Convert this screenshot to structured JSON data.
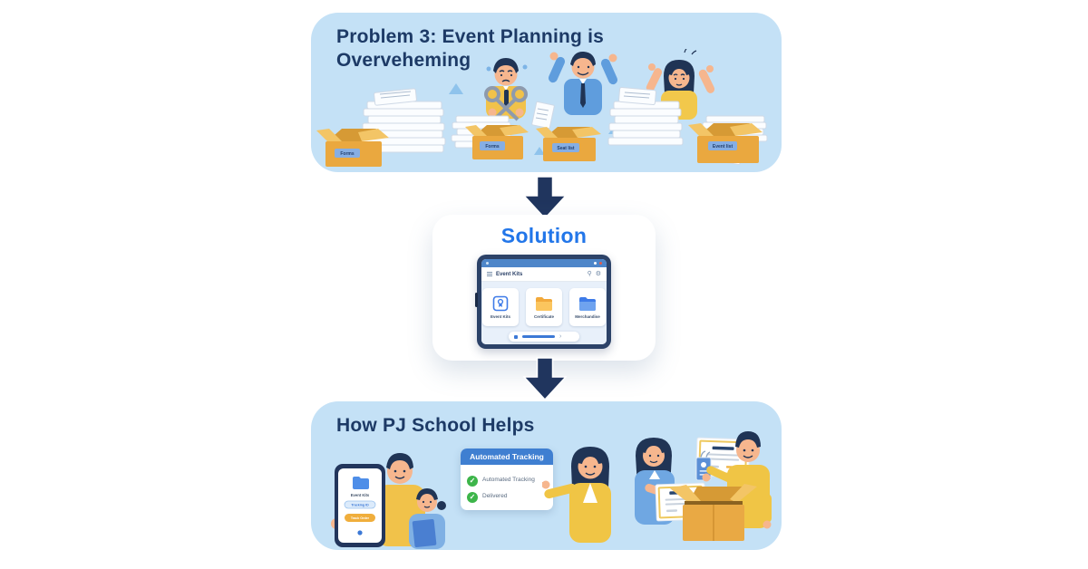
{
  "problem_panel": {
    "title": "Problem 3: Event Planning is Overveheming",
    "box_labels": [
      "Forms",
      "Forms",
      "Seat list",
      "Event list"
    ]
  },
  "solution_panel": {
    "title": "Solution",
    "tablet": {
      "app_title": "Event Kits",
      "cards": [
        {
          "label": "Event Kits",
          "icon": "kit-badge-icon"
        },
        {
          "label": "Certificate",
          "icon": "folder-orange-icon"
        },
        {
          "label": "Merchandise",
          "icon": "folder-blue-icon"
        }
      ]
    }
  },
  "help_panel": {
    "title": "How PJ School Helps",
    "phone": {
      "app_label": "Event Kits",
      "field": "Tracking ID",
      "button": "Track Order"
    },
    "tracking_card": {
      "header": "Automated Tracking",
      "items": [
        "Automated Tracking",
        "Delivered"
      ]
    }
  },
  "colors": {
    "panel_blue": "#c4e1f6",
    "heading_navy": "#1d3a66",
    "solution_blue": "#2276e9",
    "arrow_navy": "#20355e",
    "box_orange": "#e9a944",
    "check_green": "#3db54a"
  }
}
